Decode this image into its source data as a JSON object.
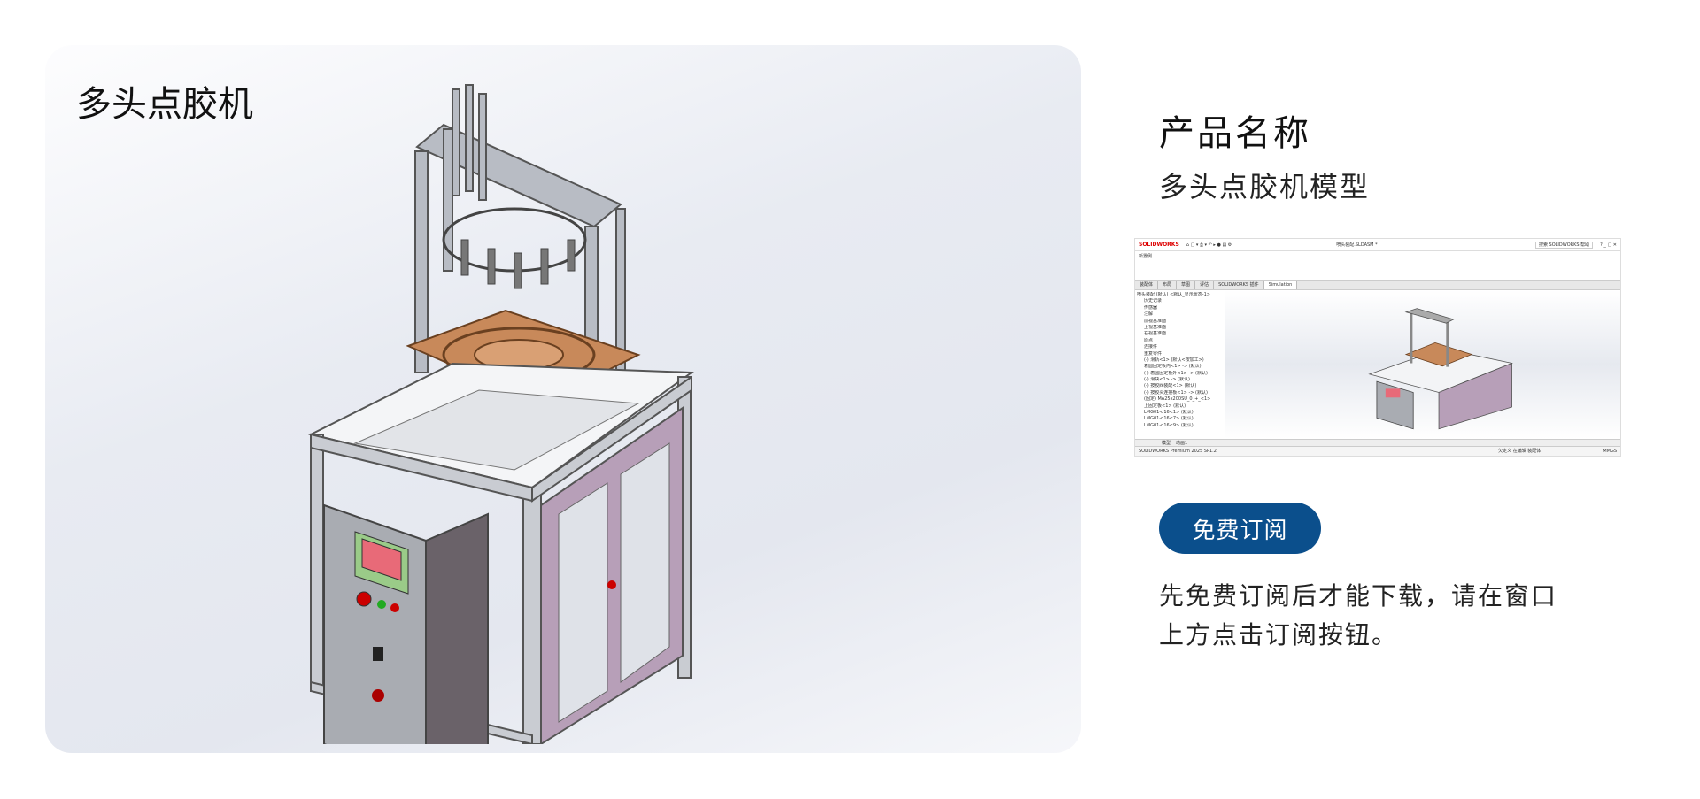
{
  "card": {
    "title": "多头点胶机"
  },
  "product": {
    "heading": "产品名称",
    "name": "多头点胶机模型"
  },
  "thumbnail": {
    "app_logo": "SOLIDWORKS",
    "doc_title": "喷头装配.SLDASM *",
    "search_placeholder": "搜索 SOLIDWORKS 帮助",
    "ribbon_button": "新置例",
    "tabs": [
      "装配体",
      "布局",
      "草图",
      "评估",
      "SOLIDWORKS 插件",
      "Simulation"
    ],
    "tree": [
      "喷头装配 (默认) <默认_显示状态-1>",
      "历史记录",
      "传感器",
      "注解",
      "前视基准面",
      "上视基准面",
      "右视基准面",
      "原点",
      "连接件",
      "重复零件",
      "(-) 滑轨<1> (默认<按加工>)",
      "着圆固定板内<1> -> (默认)",
      "(-) 着圆固定板外<1> -> (默认)",
      "(-) 滑块<1> -> (默认)",
      "(-) 按胶阀装配<1> (默认)",
      "(-) 按胶头连接板<1> -> (默认)",
      "(固定) MA25x200SU_0_+_<1>",
      "上固定板<1> (默认)",
      "LMG01-d16<1> (默认)",
      "LMG01-d16<7> (默认)",
      "LMG01-d16<9> (默认)"
    ],
    "bottom_tabs": [
      "模型",
      "动画1"
    ],
    "status_left": "SOLIDWORKS Premium 2025 SP1.2",
    "status_mid": "欠定义   在编辑 装配体",
    "status_units": "MMGS"
  },
  "subscribe_button": "免费订阅",
  "note": "先免费订阅后才能下载，请在窗口上方点击订阅按钮。",
  "colors": {
    "button": "#0b4f8c",
    "cabinet_door": "#b79fb8",
    "plate": "#c8895a",
    "screen": "#e86a78"
  }
}
